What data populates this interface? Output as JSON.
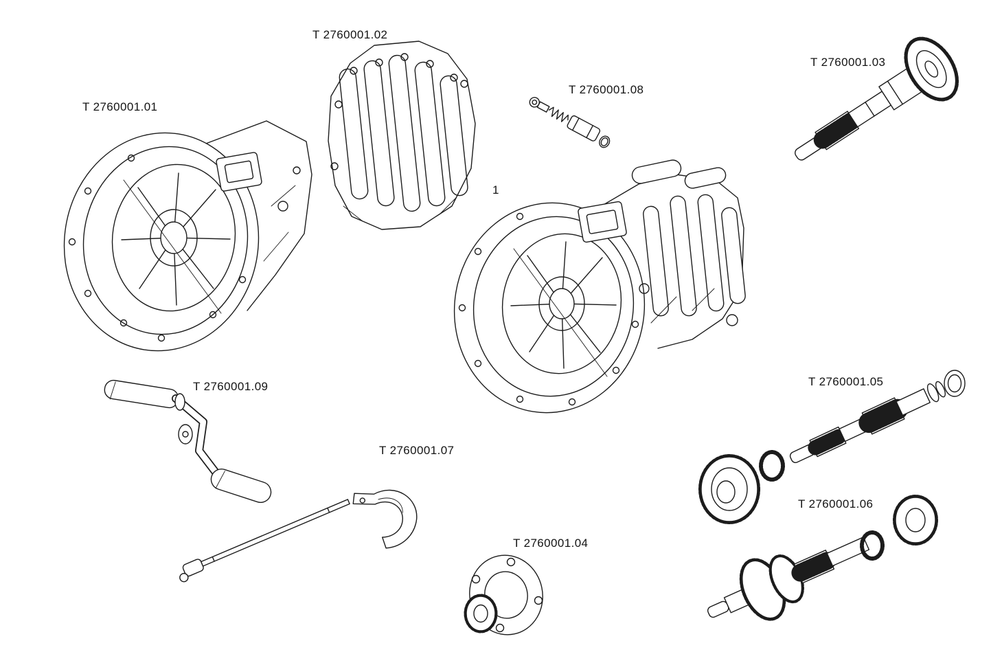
{
  "diagram": {
    "background_color": "#ffffff",
    "line_color": "#1c1c1c",
    "assembly_callout": "1",
    "labels": {
      "p01": "T 2760001.01",
      "p02": "T 2760001.02",
      "p03": "T 2760001.03",
      "p04": "T 2760001.04",
      "p05": "T 2760001.05",
      "p06": "T 2760001.06",
      "p07": "T 2760001.07",
      "p08": "T 2760001.08",
      "p09": "T 2760001.09"
    },
    "parts": [
      {
        "callout": "T 2760001.01",
        "depicts": "clutch-bell-housing-front"
      },
      {
        "callout": "T 2760001.02",
        "depicts": "transmission-case-housing"
      },
      {
        "callout": "T 2760001.03",
        "depicts": "input-shaft-with-gear"
      },
      {
        "callout": "T 2760001.04",
        "depicts": "output-flange"
      },
      {
        "callout": "T 2760001.05",
        "depicts": "main-shaft-with-gear-and-needle-bearing"
      },
      {
        "callout": "T 2760001.06",
        "depicts": "countershaft-with-gears-and-bearing"
      },
      {
        "callout": "T 2760001.07",
        "depicts": "selector-fork-with-rod"
      },
      {
        "callout": "T 2760001.08",
        "depicts": "detent-plunger-with-spring"
      },
      {
        "callout": "T 2760001.09",
        "depicts": "gearshift-lever-crank"
      },
      {
        "callout": "1",
        "depicts": "complete-transmission-assembly"
      }
    ]
  }
}
